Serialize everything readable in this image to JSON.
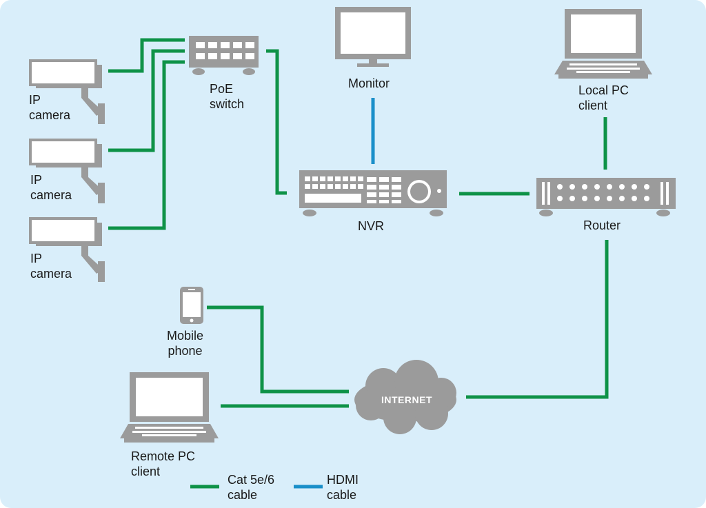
{
  "labels": {
    "camera_1": [
      "IP",
      "camera"
    ],
    "camera_2": [
      "IP",
      "camera"
    ],
    "camera_3": [
      "IP",
      "camera"
    ],
    "poe_switch": [
      "PoE",
      "switch"
    ],
    "monitor": "Monitor",
    "local_pc": [
      "Local PC",
      "client"
    ],
    "nvr": "NVR",
    "router": "Router",
    "mobile_phone": [
      "Mobile",
      "phone"
    ],
    "internet": "INTERNET",
    "remote_pc": [
      "Remote PC",
      "client"
    ]
  },
  "legend": {
    "cat": [
      "Cat 5e/6",
      "cable"
    ],
    "hdmi": [
      "HDMI",
      "cable"
    ]
  },
  "colors": {
    "background": "#d9eefa",
    "device": "#9b9b9b",
    "cat_cable": "#0e9247",
    "hdmi_cable": "#1a8fc9"
  }
}
